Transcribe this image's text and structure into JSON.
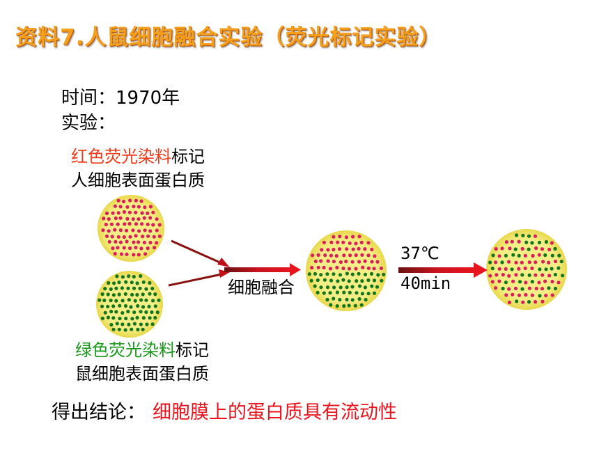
{
  "title": "资料7.人鼠细胞融合实验（荧光标记实验）",
  "time_line": "时间：1970年",
  "experiment_label": "实验：",
  "human_label": {
    "highlight": "红色荧光染料",
    "rest1": "标记",
    "line2": "人细胞表面蛋白质"
  },
  "mouse_label": {
    "highlight": "绿色荧光染料",
    "rest1": "标记",
    "line2": "鼠细胞表面蛋白质"
  },
  "fusion_label": "细胞融合",
  "temperature": "37℃",
  "duration": "40min",
  "conclusion": {
    "prefix": "得出结论：",
    "text": "细胞膜上的蛋白质具有流动性"
  },
  "colors": {
    "title": "#f5a01c",
    "red_text": "#f03a1a",
    "green_text": "#1a9a1a",
    "conclusion_text": "#e8141e",
    "cell_fill": "#f2ec7c",
    "cell_edge": "#ecd94a",
    "red_dot": "#d81e5b",
    "green_dot": "#13751e",
    "arrow": "#c0101a"
  }
}
